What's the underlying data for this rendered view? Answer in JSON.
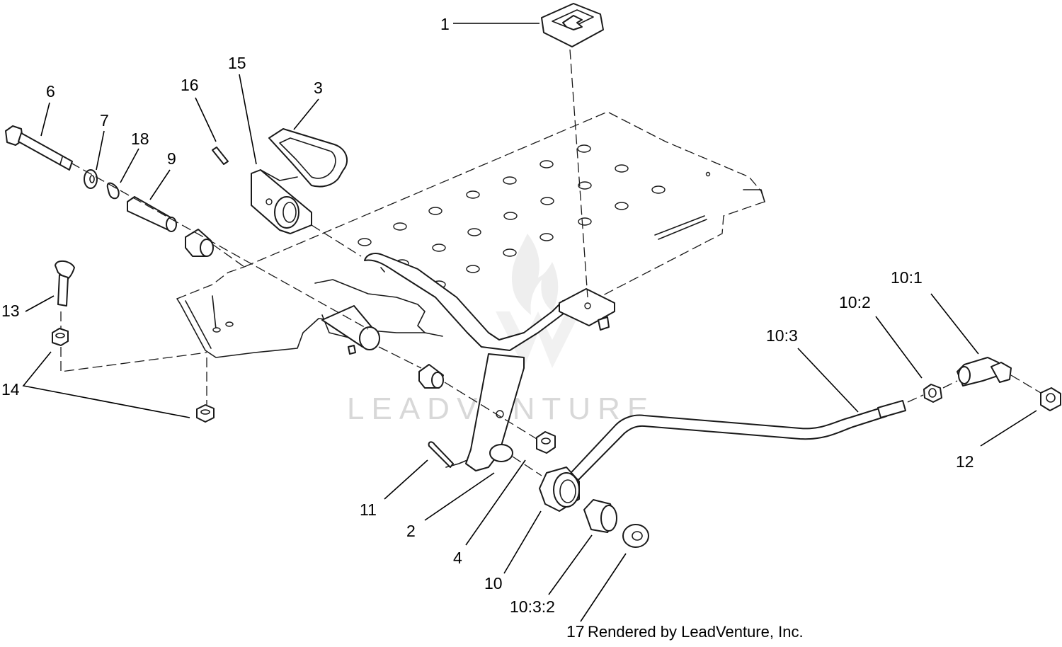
{
  "diagram": {
    "watermark": "LEADVENTURE",
    "credit": "Rendered by LeadVenture, Inc.",
    "callouts": [
      {
        "id": "c1",
        "text": "1"
      },
      {
        "id": "c2",
        "text": "2"
      },
      {
        "id": "c3",
        "text": "3"
      },
      {
        "id": "c4",
        "text": "4"
      },
      {
        "id": "c6",
        "text": "6"
      },
      {
        "id": "c7",
        "text": "7"
      },
      {
        "id": "c9",
        "text": "9"
      },
      {
        "id": "c10",
        "text": "10"
      },
      {
        "id": "c10_1",
        "text": "10:1"
      },
      {
        "id": "c10_2",
        "text": "10:2"
      },
      {
        "id": "c10_3",
        "text": "10:3"
      },
      {
        "id": "c10_3_2",
        "text": "10:3:2"
      },
      {
        "id": "c11",
        "text": "11"
      },
      {
        "id": "c12",
        "text": "12"
      },
      {
        "id": "c13",
        "text": "13"
      },
      {
        "id": "c14",
        "text": "14"
      },
      {
        "id": "c15",
        "text": "15"
      },
      {
        "id": "c16",
        "text": "16"
      },
      {
        "id": "c17",
        "text": "17"
      },
      {
        "id": "c18",
        "text": "18"
      }
    ]
  }
}
